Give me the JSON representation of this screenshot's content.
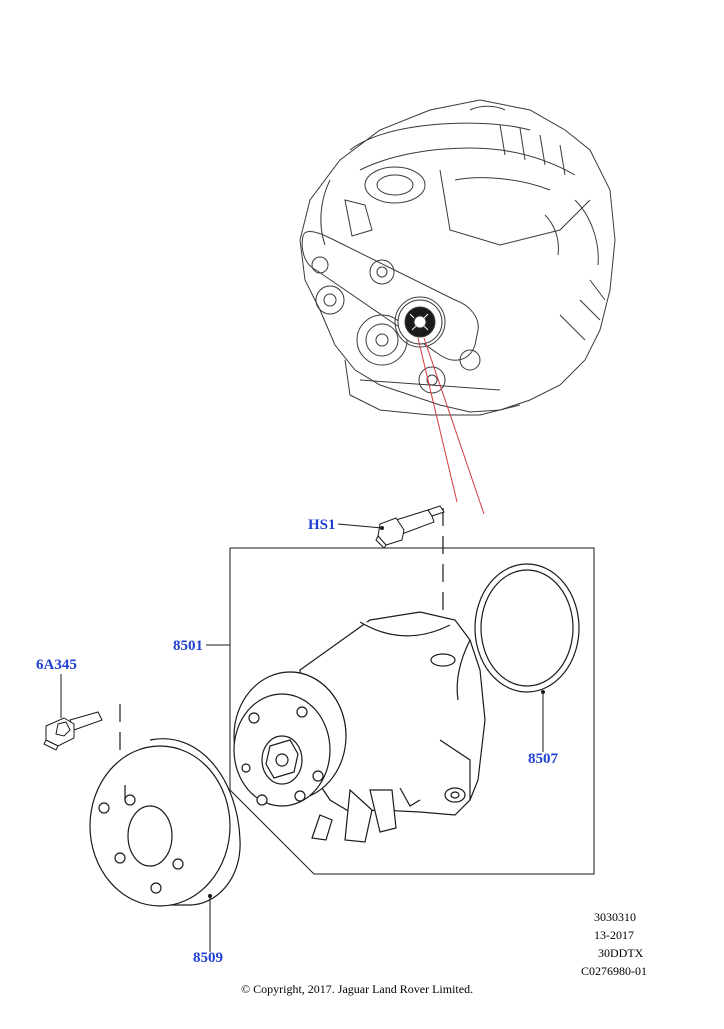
{
  "diagram": {
    "callouts": [
      {
        "id": "hs1",
        "label": "HS1"
      },
      {
        "id": "8501",
        "label": "8501"
      },
      {
        "id": "6a345",
        "label": "6A345"
      },
      {
        "id": "8507",
        "label": "8507"
      },
      {
        "id": "8509",
        "label": "8509"
      }
    ],
    "meta_lines": [
      "3030310",
      "13-2017",
      "30DDTX",
      "C0276980-01"
    ],
    "copyright": "© Copyright, 2017. Jaguar Land Rover Limited.",
    "colors": {
      "callout": "#1f3fd0",
      "line": "#1a1a1a",
      "guide": "#d63a3a",
      "part_fill": "#ffffff"
    }
  }
}
